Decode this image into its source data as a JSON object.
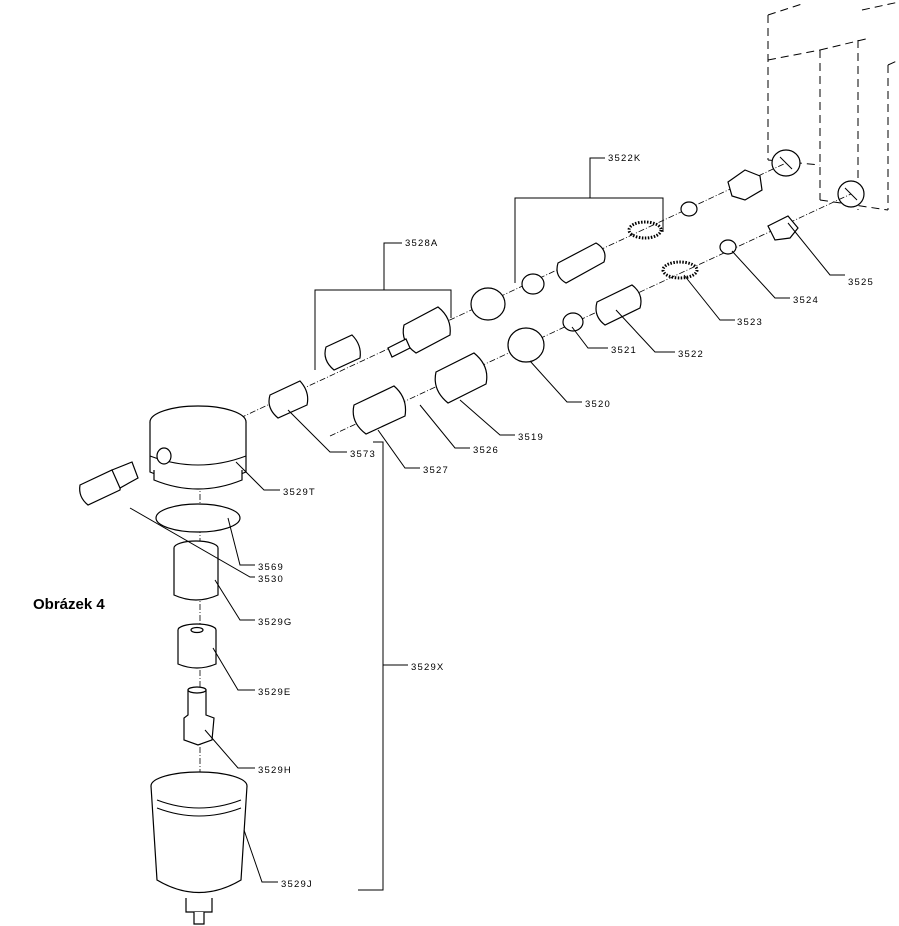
{
  "figure": {
    "caption": "Obrázek 4",
    "labels": {
      "3522K": "3522K",
      "3528A": "3528A",
      "3525": "3525",
      "3524": "3524",
      "3523": "3523",
      "3522": "3522",
      "3521": "3521",
      "3520": "3520",
      "3519": "3519",
      "3526": "3526",
      "3527": "3527",
      "3573": "3573",
      "3529T": "3529T",
      "3569": "3569",
      "3530": "3530",
      "3529G": "3529G",
      "3529E": "3529E",
      "3529X": "3529X",
      "3529H": "3529H",
      "3529J": "3529J"
    }
  }
}
